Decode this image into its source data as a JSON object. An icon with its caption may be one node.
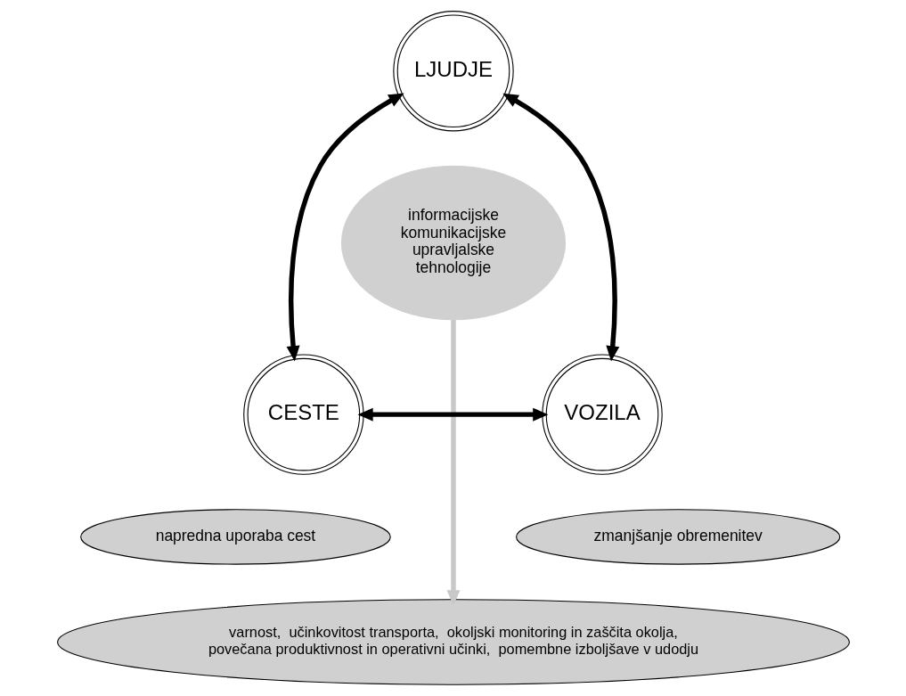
{
  "diagram": {
    "nodes": [
      {
        "text": [
          "informacijske komunikacijske upravljalske tehnologije"
        ]
      },
      {
        "text": [
          "LJUDJE"
        ]
      },
      {
        "text": [
          "CESTE"
        ]
      },
      {
        "text": [
          "VOZILA"
        ]
      },
      {
        "text": [
          "napredna uporaba cest"
        ]
      },
      {
        "text": [
          "zmanjšanje obremenitev"
        ]
      },
      {
        "text": [
          "varnost,  učinkovitost transporta,  okoljski monitoring in zaščita okolja,  povečana produktivnost in operativni učinki,  pomembne izboljšave v udodju"
        ]
      }
    ],
    "edges": [
      {
        "from": 1,
        "to": 2,
        "arrow": "both"
      },
      {
        "from": 1,
        "to": 3,
        "arrow": "both"
      },
      {
        "from": 2,
        "to": 3,
        "arrow": "both"
      },
      {
        "from": 0,
        "to": 6,
        "arrow": "to",
        "color": "#c8c8c8"
      }
    ]
  }
}
